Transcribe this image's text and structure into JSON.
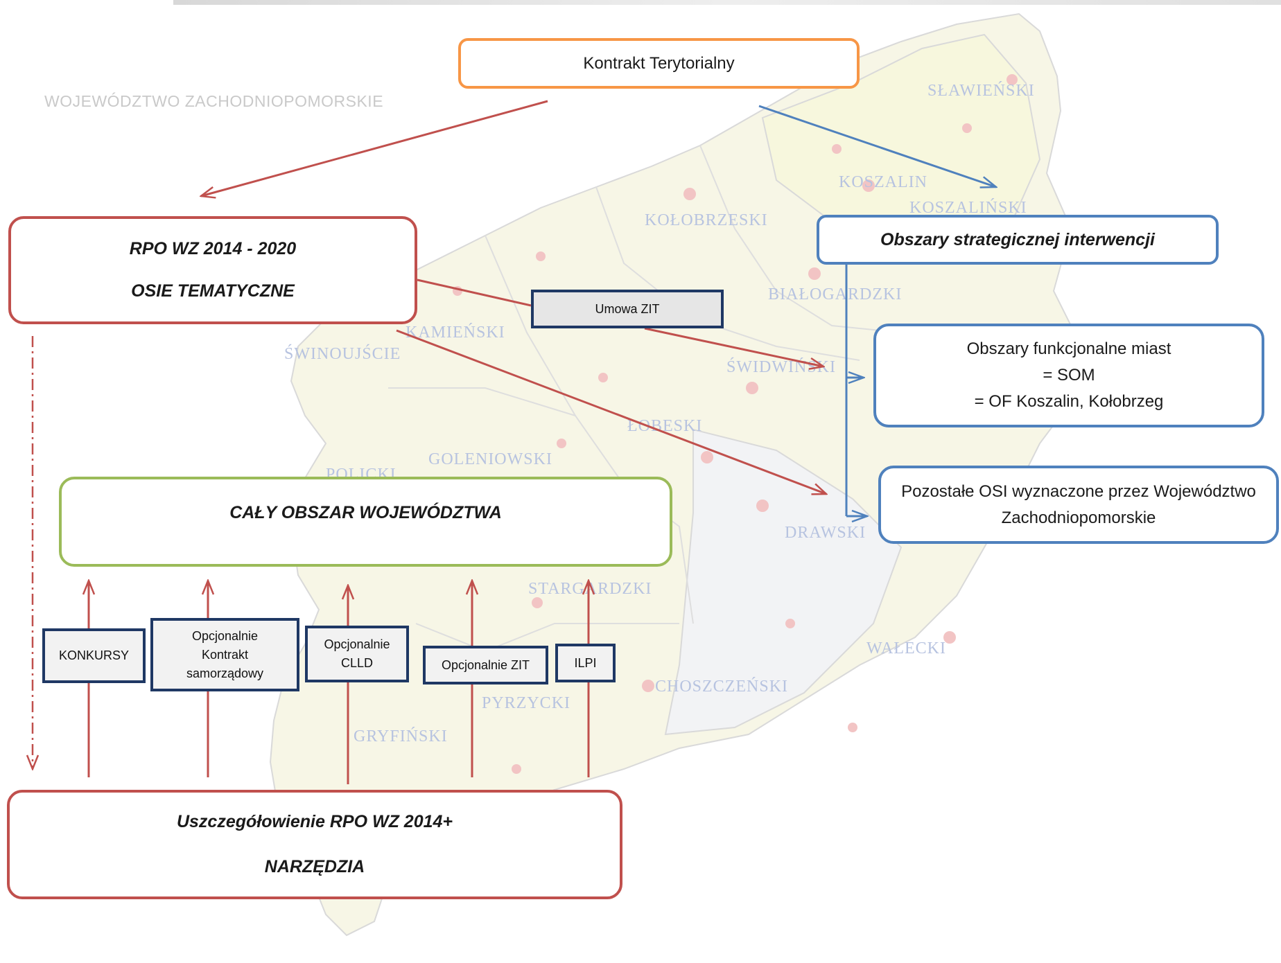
{
  "diagram": {
    "map_title": "WOJEWÓDZTWO ZACHODNIOPOMORSKIE",
    "kontrakt": "Kontrakt Terytorialny",
    "rpo": {
      "line1": "RPO WZ 2014 - 2020",
      "line2": "OSIE TEMATYCZNE"
    },
    "osi": "Obszary strategicznej interwencji",
    "umowa_zit": "Umowa ZIT",
    "obszary_funkcjonalne": {
      "line1": "Obszary funkcjonalne miast",
      "line2": "= SOM",
      "line3": "= OF Koszalin, Kołobrzeg"
    },
    "pozostale": {
      "line1": "Pozostałe OSI wyznaczone przez  Województwo",
      "line2": "Zachodniopomorskie"
    },
    "caly_obszar": "CAŁY OBSZAR WOJEWÓDZTWA",
    "tools": [
      {
        "label": "KONKURSY"
      },
      {
        "label": "Opcjonalnie Kontrakt samorządowy"
      },
      {
        "label": "Opcjonalnie CLLD"
      },
      {
        "label": "Opcjonalnie ZIT"
      },
      {
        "label": "ILPI"
      }
    ],
    "narzedzia": {
      "line1": "Uszczegółowienie RPO WZ 2014+",
      "line2": "NARZĘDZIA"
    },
    "colors": {
      "red": "#c0504d",
      "orange": "#f79646",
      "blue": "#4f81bd",
      "green": "#9bbb59",
      "navy": "#1f3864"
    }
  },
  "map_labels": {
    "slawienski": "SŁAWIEŃSKI",
    "koszalin": "KOSZALIN",
    "koszalinski": "KOSZALIŃSKI",
    "kolobrzeski": "KOŁOBRZESKI",
    "bialogardzki": "BIAŁOGARDZKI",
    "kamienski": "KAMIEŃSKI",
    "swinoujscie": "ŚWINOUJŚCIE",
    "swidwinski": "ŚWIDWIŃSKI",
    "lobeski": "ŁOBESKI",
    "goleniowski": "GOLENIOWSKI",
    "policki": "POLICKI",
    "drawski": "DRAWSKI",
    "stargardzki": "STARGARDZKI",
    "walecki": "WAŁECKI",
    "pyrzycki": "PYRZYCKI",
    "choszczenski": "CHOSZCZEŃSKI",
    "gryfinski": "GRYFIŃSKI"
  }
}
